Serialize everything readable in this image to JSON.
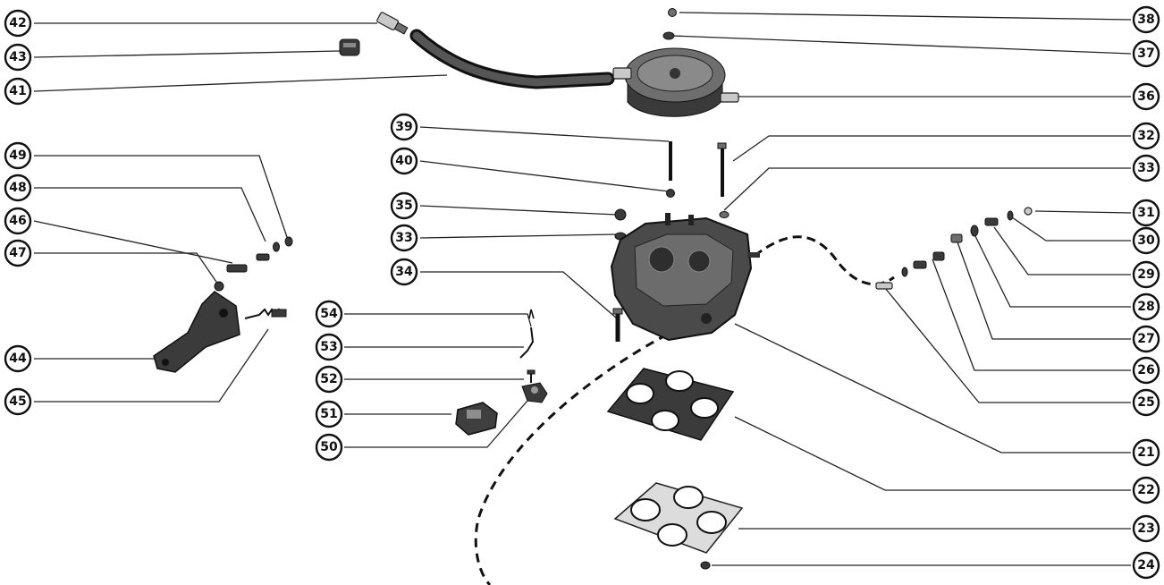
{
  "diagram": {
    "callouts": {
      "c42": "42",
      "c43": "43",
      "c41": "41",
      "c49": "49",
      "c48": "48",
      "c46": "46",
      "c47": "47",
      "c44": "44",
      "c45": "45",
      "c39": "39",
      "c40": "40",
      "c35": "35",
      "c33a": "33",
      "c34": "34",
      "c54": "54",
      "c53": "53",
      "c52": "52",
      "c51": "51",
      "c50": "50",
      "c38": "38",
      "c37": "37",
      "c36": "36",
      "c32": "32",
      "c33b": "33",
      "c31": "31",
      "c30": "30",
      "c29": "29",
      "c28": "28",
      "c27": "27",
      "c26": "26",
      "c25": "25",
      "c21": "21",
      "c22": "22",
      "c23": "23",
      "c24": "24"
    }
  }
}
